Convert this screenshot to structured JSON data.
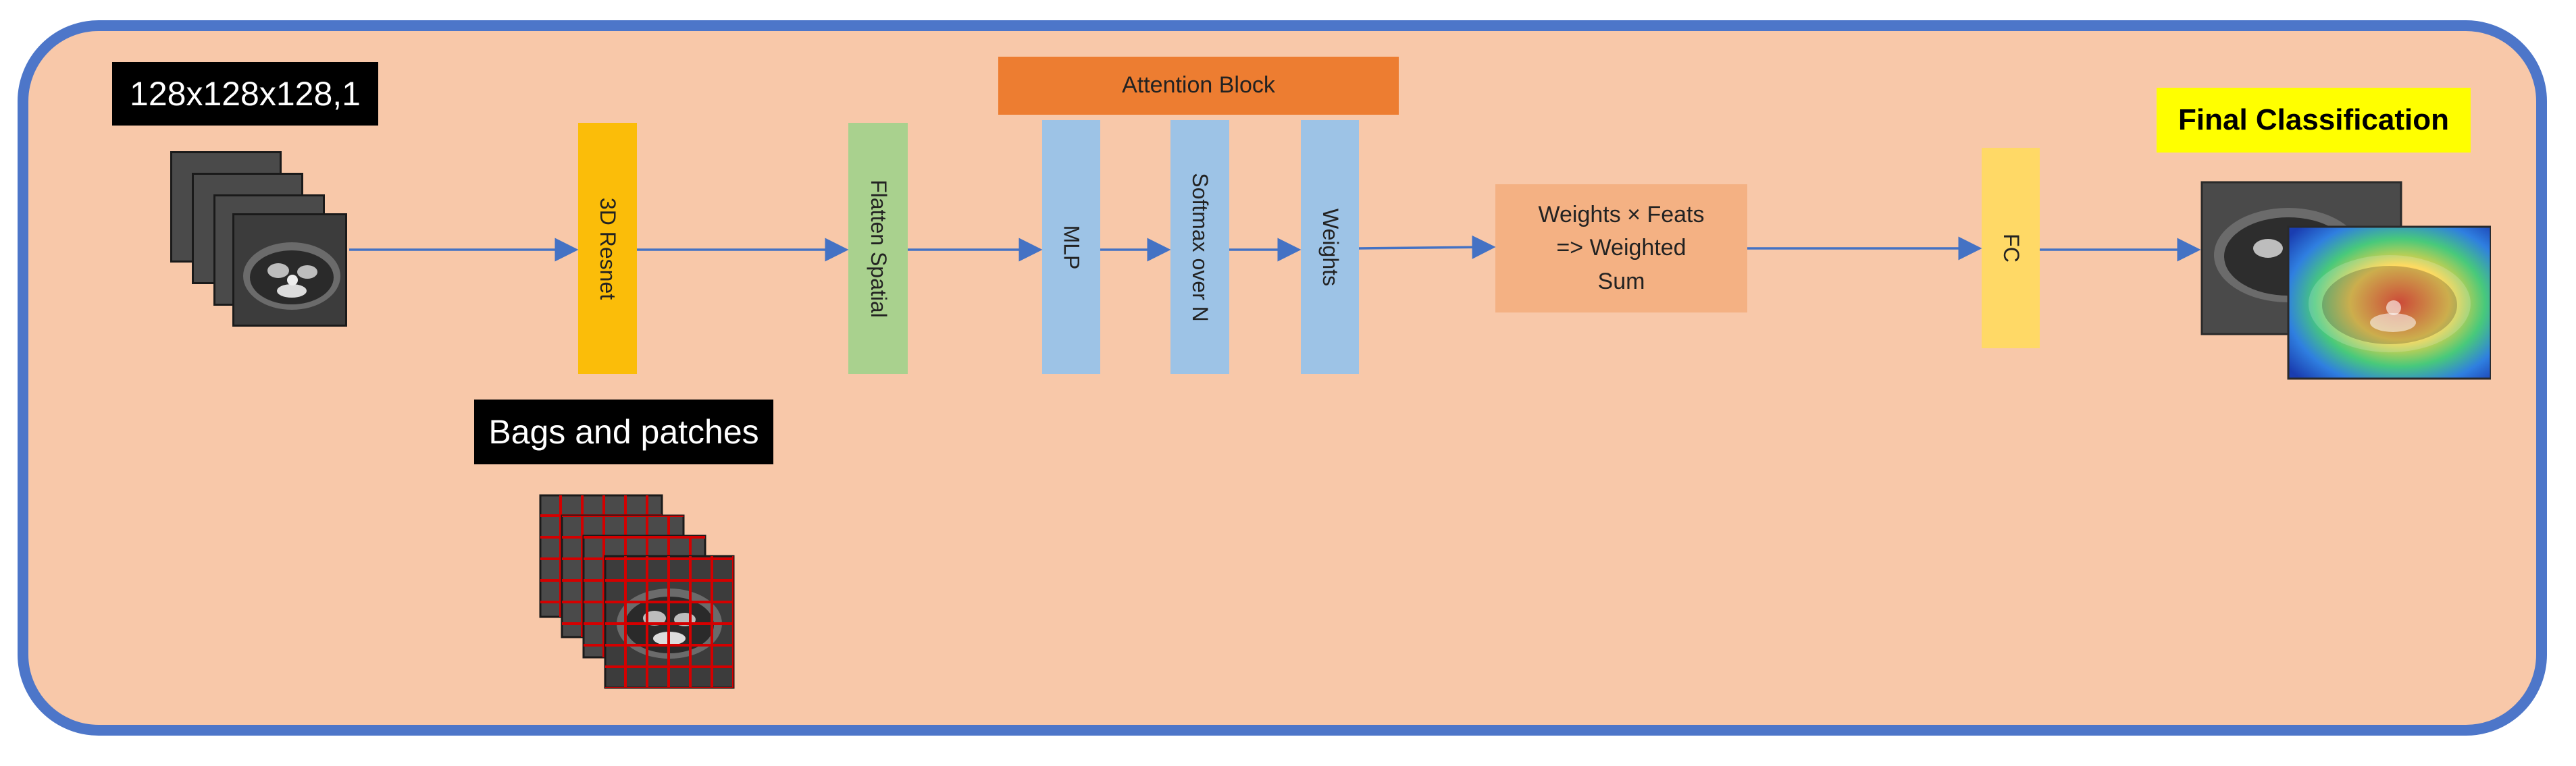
{
  "labels": {
    "input_dims": "128x128x128,1",
    "bags_patches": "Bags and patches",
    "attention_block": "Attention Block",
    "final_classification": "Final Classification"
  },
  "blocks": {
    "resnet": "3D Resnet",
    "flatten": "Flatten Spatial",
    "mlp": "MLP",
    "softmax": "Softmax over N",
    "weights": "Weights",
    "weighted_sum": [
      "Weights × Feats",
      "=> Weighted",
      "Sum"
    ],
    "fc": "FC"
  },
  "colors": {
    "frame_border": "#4d76c9",
    "frame_fill": "#f8c8a9",
    "resnet": "#fbbd09",
    "flatten": "#a9d18e",
    "attention_blue": "#9dc3e6",
    "attention_header": "#ed7d31",
    "weighted_sum": "#f4b183",
    "fc": "#ffd966",
    "arrow": "#4472c4",
    "grid": "#d40000"
  }
}
